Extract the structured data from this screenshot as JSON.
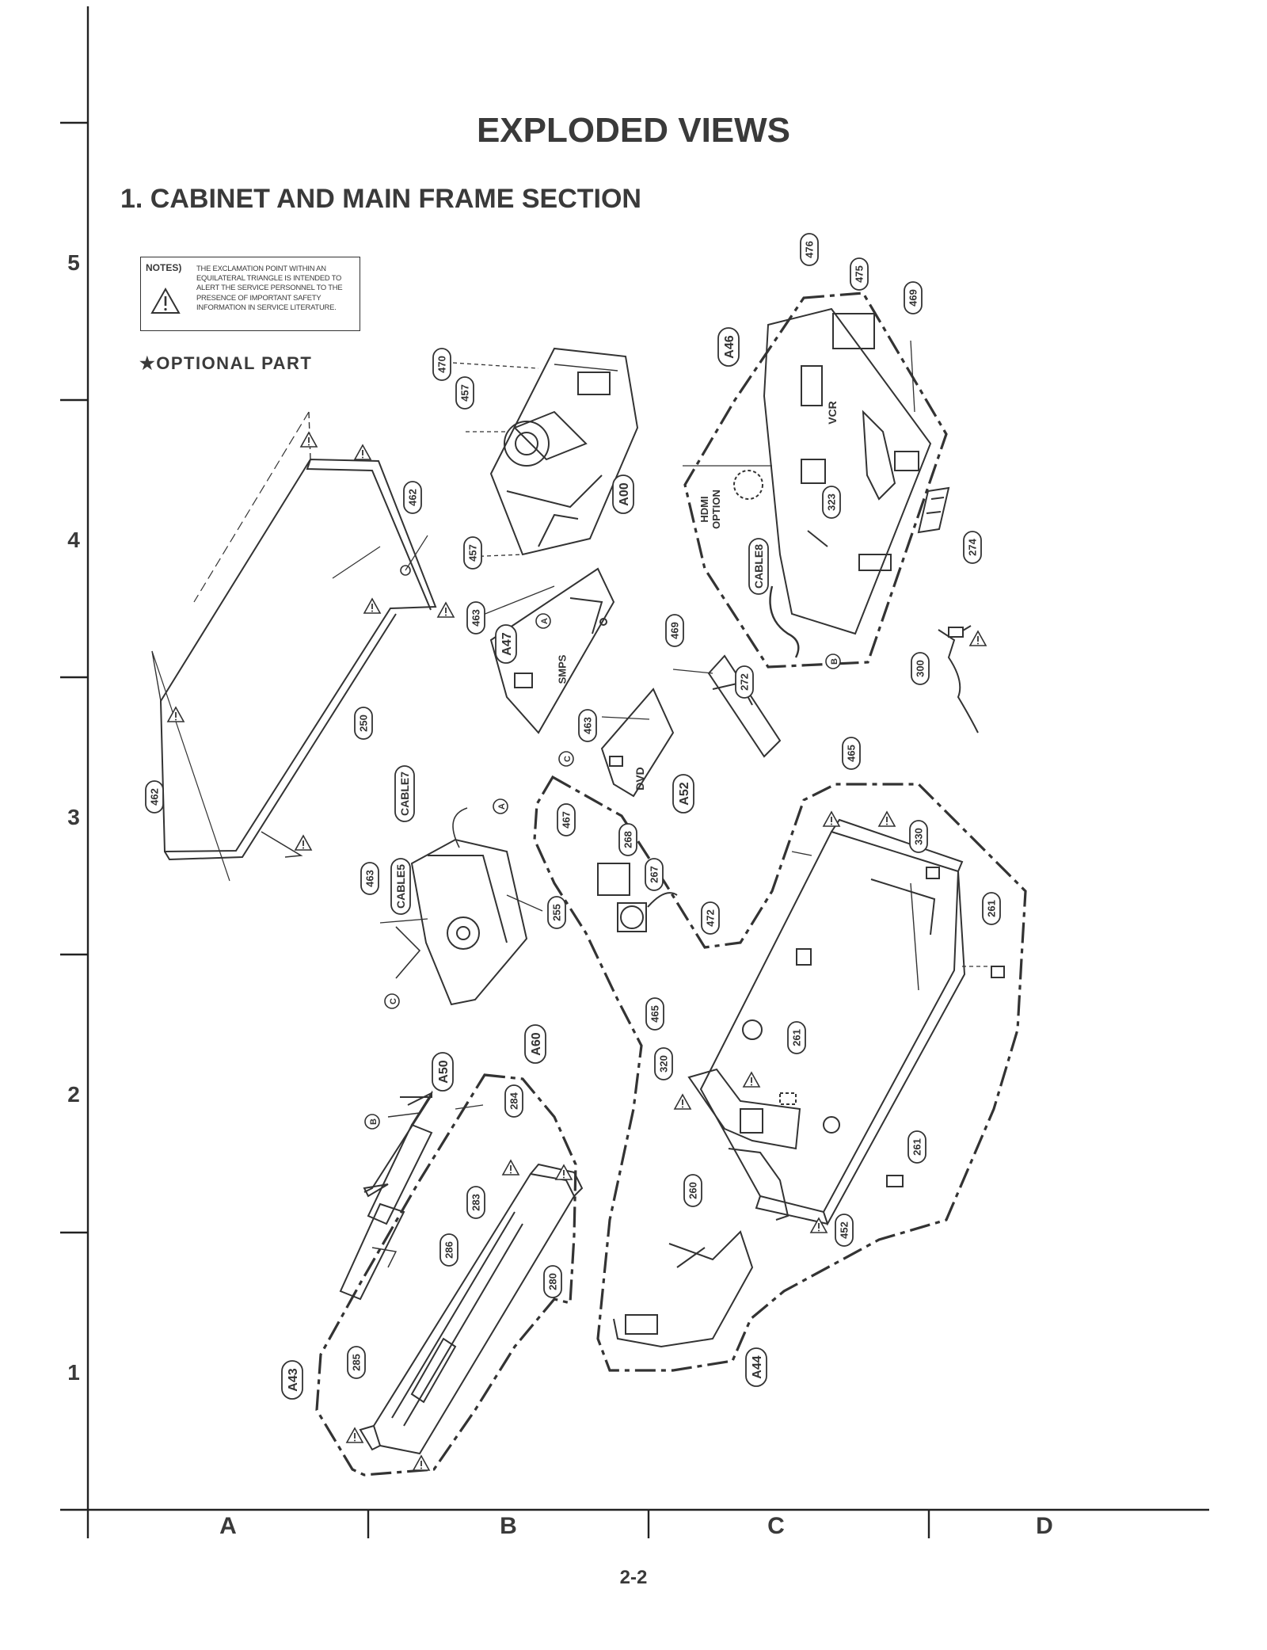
{
  "page": {
    "title": "EXPLODED VIEWS",
    "section_title": "1. CABINET AND MAIN FRAME SECTION",
    "page_number": "2-2"
  },
  "notes": {
    "label": "NOTES)",
    "text": "THE EXCLAMATION POINT WITHIN AN EQUILATERAL TRIANGLE IS INTENDED TO ALERT THE SERVICE PERSONNEL TO THE PRESENCE OF IMPORTANT SAFETY INFORMATION IN SERVICE LITERATURE.",
    "icon": "warning-triangle-icon"
  },
  "optional_part": {
    "marker": "★",
    "label": "OPTIONAL PART"
  },
  "grid": {
    "rows": [
      "5",
      "4",
      "3",
      "2",
      "1"
    ],
    "columns": [
      "A",
      "B",
      "C",
      "D"
    ]
  },
  "diagram": {
    "part_labels": [
      "470",
      "457",
      "457",
      "A00",
      "462",
      "462",
      "250",
      "463",
      "A47",
      "SMPS",
      "A46",
      "VCR",
      "HDMI OPTION",
      "323",
      "CABLE8",
      "476",
      "475",
      "469",
      "469",
      "274",
      "300",
      "272",
      "463",
      "DVD",
      "A52",
      "CABLE7",
      "463",
      "CABLE5",
      "255",
      "A60",
      "465",
      "467",
      "268",
      "267",
      "472",
      "330",
      "261",
      "261",
      "261",
      "465",
      "320",
      "A50",
      "284",
      "283",
      "286",
      "280",
      "285",
      "A43",
      "260",
      "452",
      "A44"
    ],
    "reference_markers": [
      "A",
      "A",
      "B",
      "B",
      "C",
      "C"
    ]
  }
}
